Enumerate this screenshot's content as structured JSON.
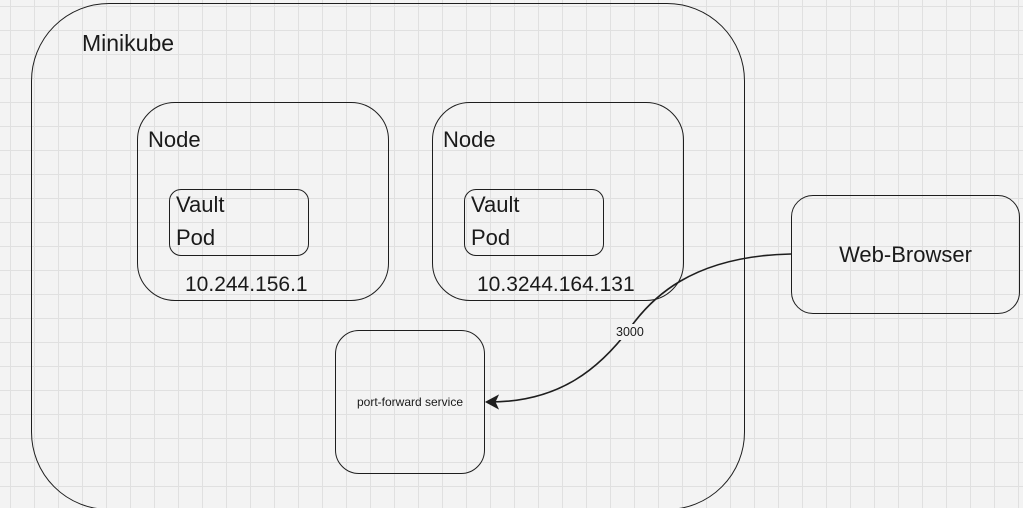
{
  "minikube": {
    "label": "Minikube"
  },
  "nodes": [
    {
      "title": "Node",
      "pod_line1": "Vault",
      "pod_line2": "Pod",
      "ip": "10.244.156.1"
    },
    {
      "title": "Node",
      "pod_line1": "Vault",
      "pod_line2": "Pod",
      "ip": "10.3244.164.131"
    }
  ],
  "port_forward": {
    "label": "port-forward service"
  },
  "browser": {
    "label": "Web-Browser"
  },
  "connection": {
    "label": "3000"
  },
  "colors": {
    "stroke": "#1e1e1e",
    "background": "#f3f3f3",
    "grid": "#e0e0e0"
  }
}
